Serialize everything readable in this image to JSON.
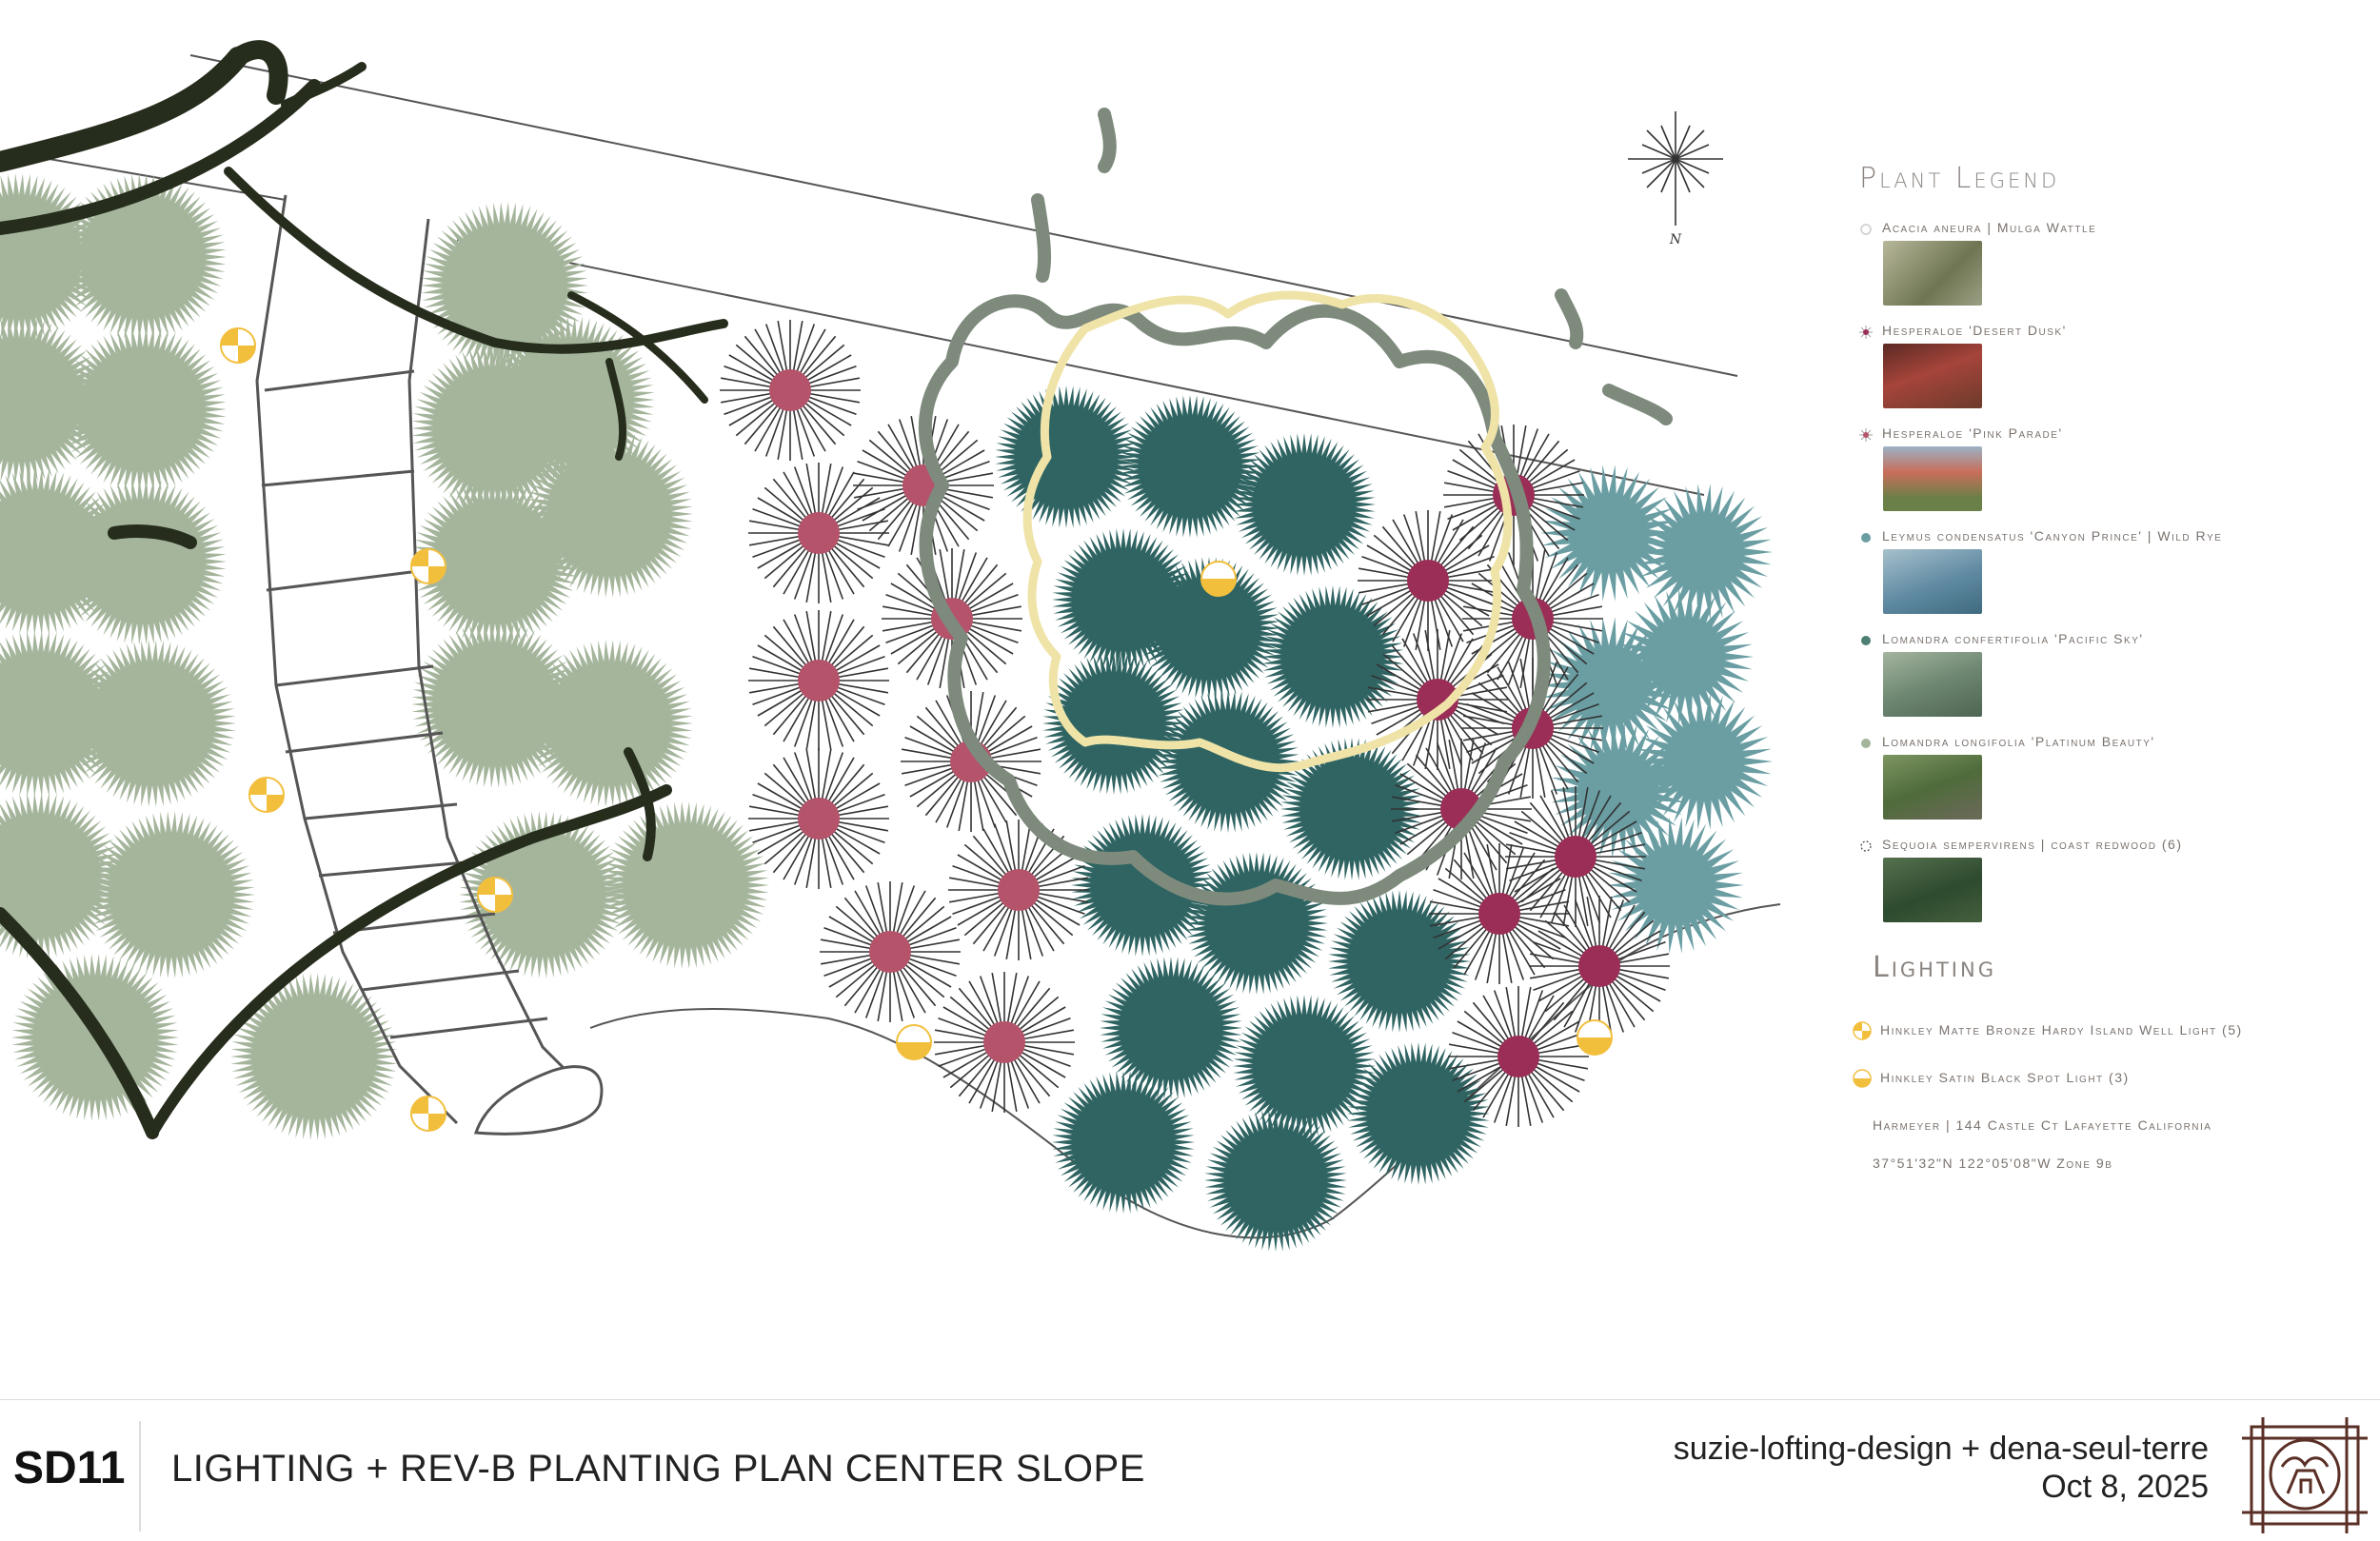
{
  "legend": {
    "title": "Plant Legend",
    "items": [
      {
        "label": "Acacia aneura | Mulga Wattle",
        "icon": "open-circle-icon",
        "photo": "#8a8f6e"
      },
      {
        "label": "Hesperaloe 'Desert Dusk'",
        "icon": "magenta-starburst-icon",
        "photo": "#8c3b32"
      },
      {
        "label": "Hesperaloe 'Pink Parade'",
        "icon": "pink-starburst-icon",
        "photo": "#b86a5c"
      },
      {
        "label": "Leymus condensatus 'Canyon Prince' | Wild Rye",
        "icon": "blue-spiky-icon",
        "photo": "#6f93a8"
      },
      {
        "label": "Lomandra confertifolia 'Pacific Sky'",
        "icon": "teal-dot-icon",
        "photo": "#76907a"
      },
      {
        "label": "Lomandra longifolia 'Platinum Beauty'",
        "icon": "sage-dot-icon",
        "photo": "#5f7b4c"
      },
      {
        "label": "Sequoia sempervirens | coast redwood (6)",
        "icon": "dashed-circle-icon",
        "photo": "#3f5a3b"
      }
    ]
  },
  "lighting": {
    "title": "Lighting",
    "items": [
      {
        "label": "Hinkley Matte Bronze Hardy Island Well Light (5)",
        "icon": "quadrant-light-icon"
      },
      {
        "label": "Hinkley Satin Black Spot Light (3)",
        "icon": "half-light-icon"
      }
    ],
    "address": "Harmeyer | 144 Castle Ct Lafayette California",
    "coords": "37°51'32\"N 122°05'08\"W Zone 9b"
  },
  "compass_label": "N",
  "footer": {
    "sheet_id": "SD11",
    "title": "LIGHTING + REV-B PLANTING PLAN CENTER SLOPE",
    "credit": "suzie-lofting-design + dena-seul-terre",
    "date": "Oct 8, 2025"
  },
  "colors": {
    "sage": "#a5b59c",
    "deep_teal": "#2f6462",
    "blue_rye": "#6a9ea3",
    "hesperaloe_center": "#b5536a",
    "hesperaloe_center_dark": "#9b2e57",
    "tree": "#262d1c",
    "shrub_outline": "#7d8a7c",
    "pale_yellow": "#efe3a8",
    "light_yellow": "#f2bf3d"
  }
}
